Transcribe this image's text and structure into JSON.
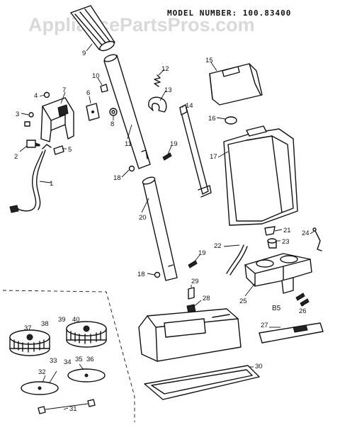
{
  "watermark": "AppliancePartsPros.com",
  "model_number": "MODEL NUMBER: 100.83400",
  "section_label": "B5",
  "parts": [
    {
      "n": "1"
    },
    {
      "n": "2"
    },
    {
      "n": "3"
    },
    {
      "n": "4"
    },
    {
      "n": "5"
    },
    {
      "n": "6"
    },
    {
      "n": "7"
    },
    {
      "n": "8"
    },
    {
      "n": "9"
    },
    {
      "n": "10"
    },
    {
      "n": "11"
    },
    {
      "n": "12"
    },
    {
      "n": "13"
    },
    {
      "n": "14"
    },
    {
      "n": "15"
    },
    {
      "n": "16"
    },
    {
      "n": "17"
    },
    {
      "n": "18"
    },
    {
      "n": "18"
    },
    {
      "n": "19"
    },
    {
      "n": "19"
    },
    {
      "n": "20"
    },
    {
      "n": "21"
    },
    {
      "n": "22"
    },
    {
      "n": "23"
    },
    {
      "n": "24"
    },
    {
      "n": "25"
    },
    {
      "n": "26"
    },
    {
      "n": "27"
    },
    {
      "n": "28"
    },
    {
      "n": "29"
    },
    {
      "n": "30"
    },
    {
      "n": "31"
    },
    {
      "n": "32"
    },
    {
      "n": "33"
    },
    {
      "n": "34"
    },
    {
      "n": "35"
    },
    {
      "n": "36"
    },
    {
      "n": "37"
    },
    {
      "n": "38"
    },
    {
      "n": "39"
    },
    {
      "n": "40"
    }
  ]
}
